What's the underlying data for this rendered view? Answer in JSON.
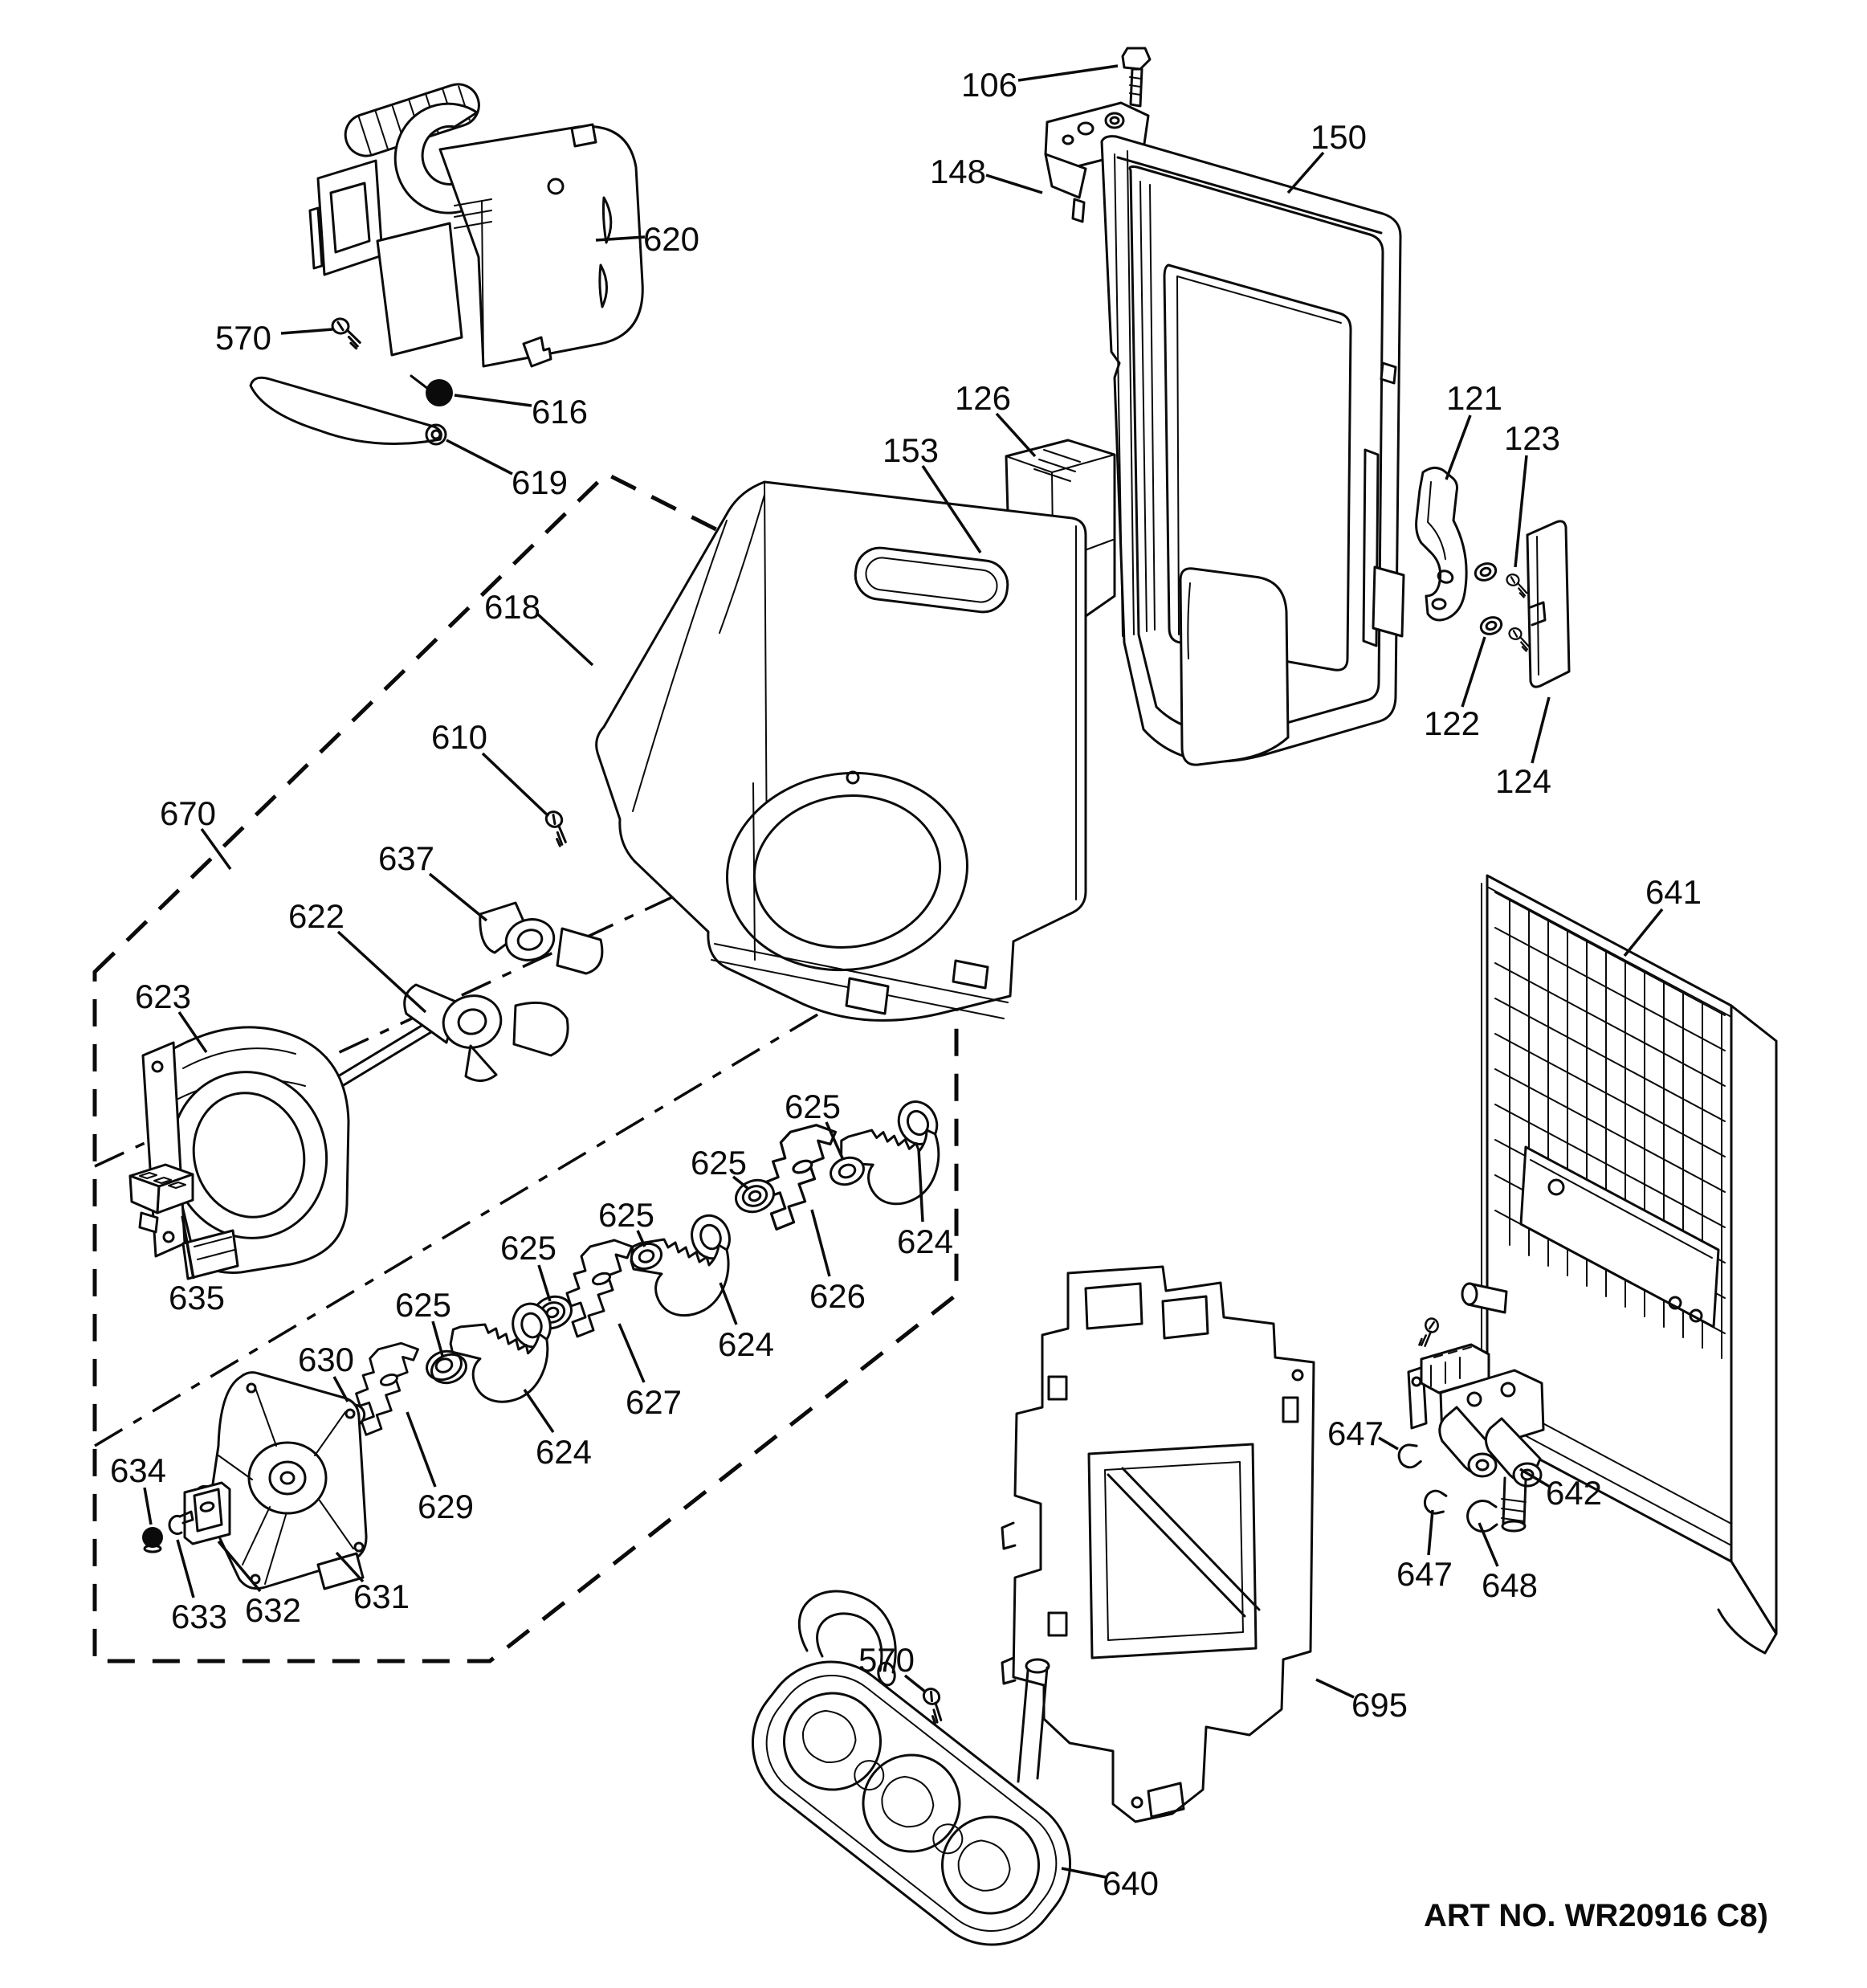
{
  "diagram": {
    "art_no": "ART NO. WR20916 C8)"
  },
  "callouts": {
    "n106": "106",
    "n121": "121",
    "n122": "122",
    "n123": "123",
    "n124": "124",
    "n126": "126",
    "n148": "148",
    "n150": "150",
    "n153": "153",
    "n570": "570",
    "n610": "610",
    "n616": "616",
    "n618": "618",
    "n619": "619",
    "n620": "620",
    "n622": "622",
    "n623": "623",
    "n624": "624",
    "n625": "625",
    "n626": "626",
    "n627": "627",
    "n629": "629",
    "n630": "630",
    "n631": "631",
    "n632": "632",
    "n633": "633",
    "n634": "634",
    "n635": "635",
    "n637": "637",
    "n640": "640",
    "n641": "641",
    "n642": "642",
    "n647": "647",
    "n648": "648",
    "n670": "670",
    "n695": "695"
  }
}
